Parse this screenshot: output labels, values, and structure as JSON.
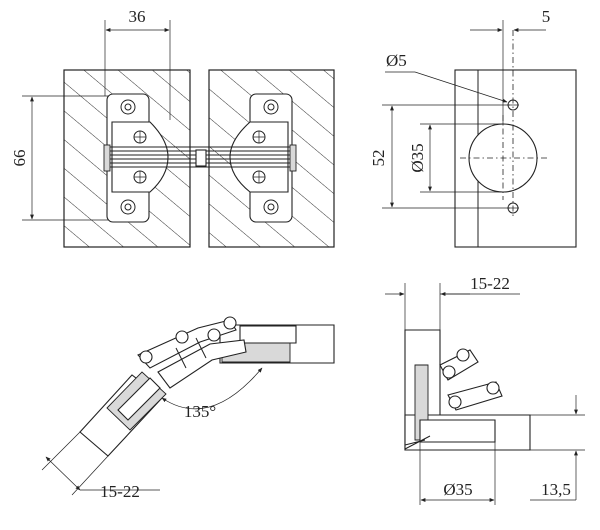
{
  "dimensions": {
    "width_36": "36",
    "height_66": "66",
    "pitch_5": "5",
    "hole_d5": "Ø5",
    "spacing_52": "52",
    "cup_d35_side": "Ø35",
    "thickness_left": "15-22",
    "angle": "135°",
    "thickness_right": "15-22",
    "cup_d35_bottom": "Ø35",
    "depth_13_5": "13,5"
  }
}
